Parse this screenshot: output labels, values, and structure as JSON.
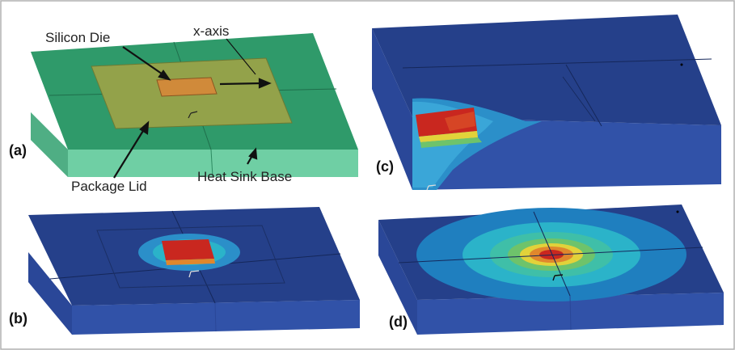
{
  "figure": {
    "border_color": "#b0b0b0",
    "panels": [
      {
        "id": "a",
        "tag": "(a)",
        "annotations": {
          "silicon_die": "Silicon Die",
          "x_axis": "x-axis",
          "package_lid": "Package Lid",
          "heat_sink_base": "Heat Sink Base"
        }
      },
      {
        "id": "b",
        "tag": "(b)"
      },
      {
        "id": "c",
        "tag": "(c)"
      },
      {
        "id": "d",
        "tag": "(d)"
      }
    ]
  },
  "colors": {
    "base_top_green": "#2f9a6a",
    "base_side_green": "#63c69a",
    "lid_olive": "#93a24a",
    "die_orange": "#d08a3a",
    "base_top_blue": "#25408a",
    "base_side_blue": "#3152a8",
    "contour_lightblue": "#3aa6d8",
    "contour_cyan": "#2bb3c9",
    "contour_green": "#6ec36b",
    "contour_yellow": "#e2d23a",
    "contour_orange": "#e0872c",
    "contour_red": "#c9271f"
  }
}
